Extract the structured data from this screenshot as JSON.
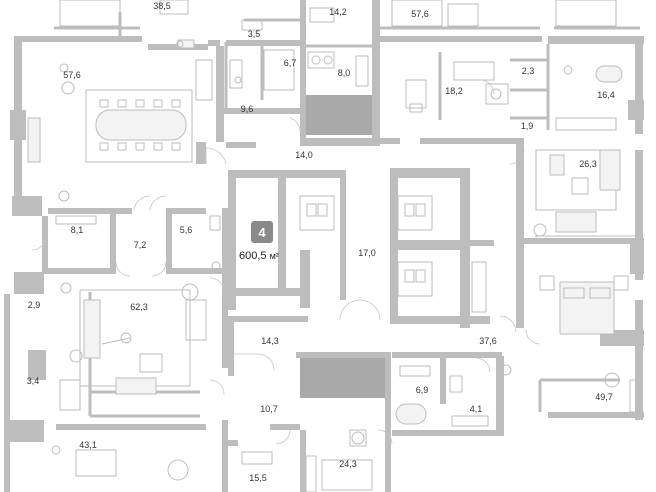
{
  "apartment": {
    "number": "4",
    "total_area": "600,5",
    "unit": "м²"
  },
  "rooms": [
    {
      "id": "r1",
      "area": "38,5"
    },
    {
      "id": "r2",
      "area": "14,2"
    },
    {
      "id": "r3",
      "area": "57,6"
    },
    {
      "id": "r4",
      "area": "3,5"
    },
    {
      "id": "r5",
      "area": "6,7"
    },
    {
      "id": "r6",
      "area": "8,0"
    },
    {
      "id": "r7",
      "area": "57,6"
    },
    {
      "id": "r8",
      "area": "2,3"
    },
    {
      "id": "r9",
      "area": "18,2"
    },
    {
      "id": "r10",
      "area": "16,4"
    },
    {
      "id": "r11",
      "area": "9,6"
    },
    {
      "id": "r12",
      "area": "1,9"
    },
    {
      "id": "r13",
      "area": "14,0"
    },
    {
      "id": "r14",
      "area": "26,3"
    },
    {
      "id": "r15",
      "area": "8,1"
    },
    {
      "id": "r16",
      "area": "7,2"
    },
    {
      "id": "r17",
      "area": "5,6"
    },
    {
      "id": "r18",
      "area": "17,0"
    },
    {
      "id": "r19",
      "area": "2,9"
    },
    {
      "id": "r20",
      "area": "62,3"
    },
    {
      "id": "r21",
      "area": "14,3"
    },
    {
      "id": "r22",
      "area": "37,6"
    },
    {
      "id": "r23",
      "area": "3,4"
    },
    {
      "id": "r24",
      "area": "6,9"
    },
    {
      "id": "r25",
      "area": "4,1"
    },
    {
      "id": "r26",
      "area": "49,7"
    },
    {
      "id": "r27",
      "area": "10,7"
    },
    {
      "id": "r28",
      "area": "43,1"
    },
    {
      "id": "r29",
      "area": "24,3"
    },
    {
      "id": "r30",
      "area": "15,5"
    }
  ],
  "colors": {
    "wall": "#bdbdbd",
    "badge": "#8a8a8a",
    "text": "#333333"
  }
}
